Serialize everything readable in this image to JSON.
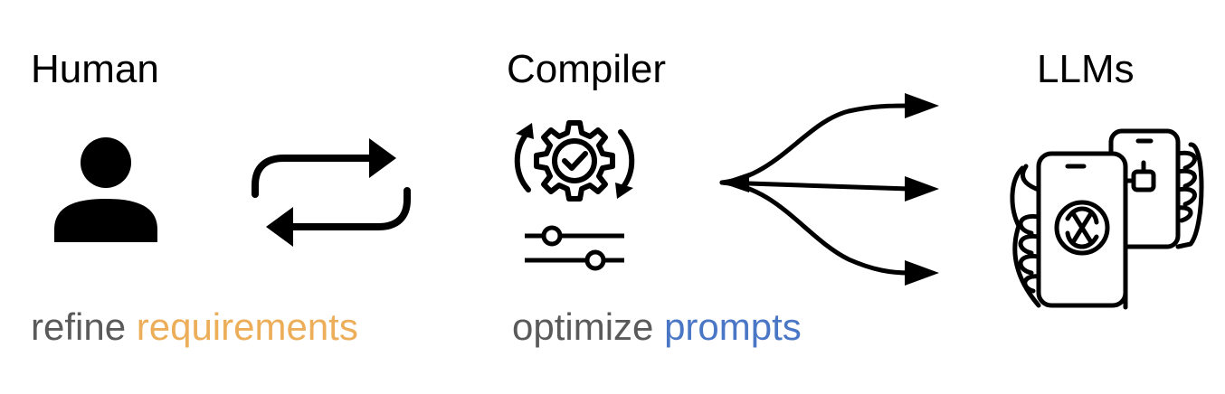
{
  "headings": {
    "human": "Human",
    "compiler": "Compiler",
    "llms": "LLMs"
  },
  "captions": {
    "left": {
      "plain": "refine",
      "highlight": "requirements",
      "highlight_color": "#EDAE5A"
    },
    "middle": {
      "plain": "optimize",
      "highlight": "prompts",
      "highlight_color": "#4A76C6"
    }
  },
  "colors": {
    "text": "#000000",
    "caption_plain": "#5A5A5A"
  },
  "icons": [
    "person-icon",
    "swap-arrows-icon",
    "gear-check-icon",
    "sliders-icon",
    "branching-arrows-icon",
    "phones-in-hands-icon"
  ]
}
